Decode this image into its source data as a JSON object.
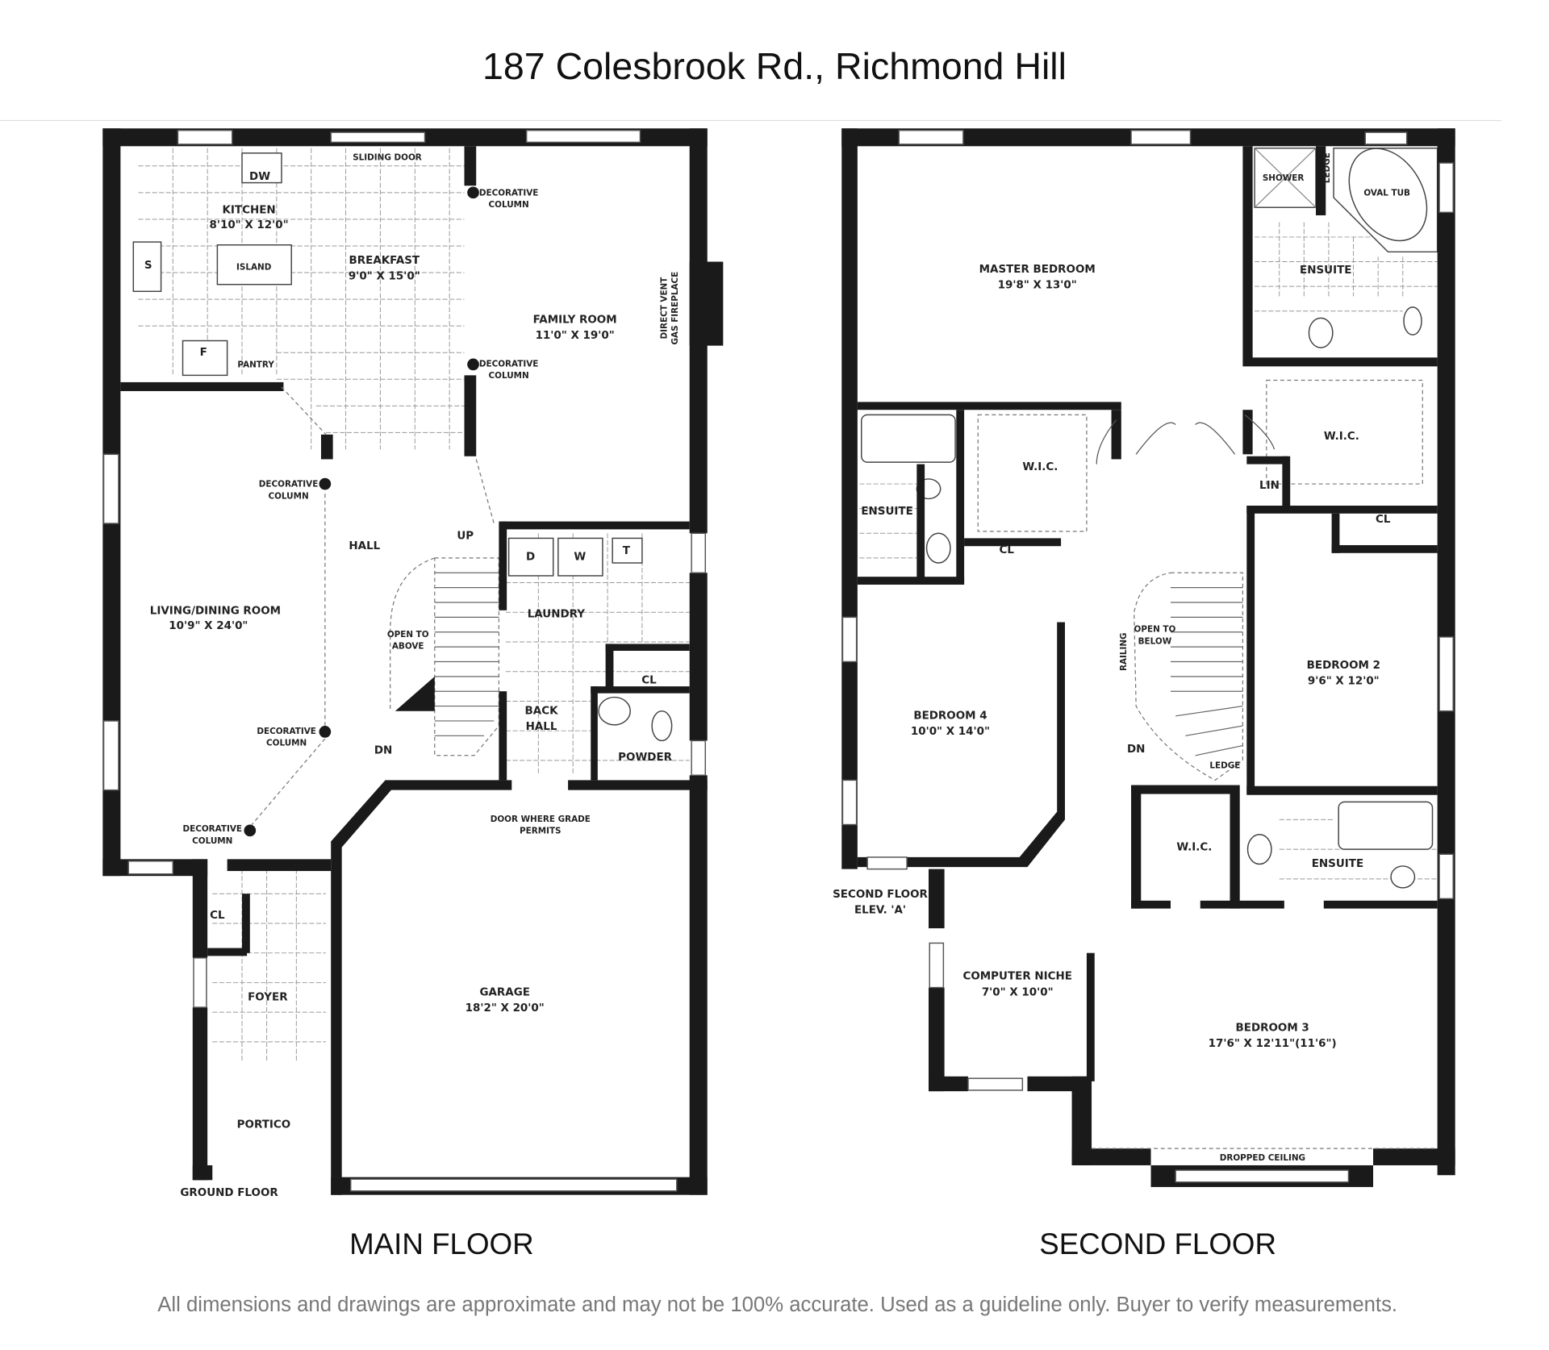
{
  "header": {
    "title": "187 Colesbrook Rd., Richmond Hill"
  },
  "main_floor": {
    "caption": "MAIN FLOOR",
    "labels": {
      "sliding_door": "SLIDING DOOR",
      "dw": "DW",
      "kitchen": "KITCHEN",
      "kitchen_dim": "8'10\" X 12'0\"",
      "sink": "S",
      "island": "ISLAND",
      "breakfast": "BREAKFAST",
      "breakfast_dim": "9'0\" X 15'0\"",
      "fridge": "F",
      "pantry": "PANTRY",
      "family_room": "FAMILY ROOM",
      "family_room_dim": "11'0\" X 19'0\"",
      "fireplace_1": "DIRECT VENT",
      "fireplace_2": "GAS FIREPLACE",
      "dec_column_1": "DECORATIVE",
      "dec_column_2": "COLUMN",
      "hall": "HALL",
      "up": "UP",
      "dn": "DN",
      "open_to_above_1": "OPEN TO",
      "open_to_above_2": "ABOVE",
      "living_dining": "LIVING/DINING ROOM",
      "living_dining_dim": "10'9\" X 24'0\"",
      "dryer": "D",
      "washer": "W",
      "tub": "T",
      "laundry": "LAUNDRY",
      "cl": "CL",
      "back_hall_1": "BACK",
      "back_hall_2": "HALL",
      "powder": "POWDER",
      "door_grade_1": "DOOR WHERE GRADE",
      "door_grade_2": "PERMITS",
      "foyer": "FOYER",
      "portico": "PORTICO",
      "ground_floor": "GROUND FLOOR",
      "garage": "GARAGE",
      "garage_dim": "18'2\" X 20'0\""
    }
  },
  "second_floor": {
    "caption": "SECOND FLOOR",
    "labels": {
      "master": "MASTER BEDROOM",
      "master_dim": "19'8\" X 13'0\"",
      "shower": "SHOWER",
      "ledge": "LEDGE",
      "oval_tub": "OVAL TUB",
      "ensuite": "ENSUITE",
      "wic": "W.I.C.",
      "lin": "LIN",
      "cl": "CL",
      "railing": "RAILING",
      "open_to_below_1": "OPEN TO",
      "open_to_below_2": "BELOW",
      "dn": "DN",
      "bedroom4": "BEDROOM 4",
      "bedroom4_dim": "10'0\" X 14'0\"",
      "bedroom2": "BEDROOM 2",
      "bedroom2_dim": "9'6\" X 12'0\"",
      "elev_1": "SECOND FLOOR",
      "elev_2": "ELEV. 'A'",
      "computer_niche": "COMPUTER NICHE",
      "computer_niche_dim": "7'0\" X 10'0\"",
      "bedroom3": "BEDROOM 3",
      "bedroom3_dim": "17'6\" X 12'11\"(11'6\")",
      "dropped_ceiling": "DROPPED CEILING"
    }
  },
  "footer": {
    "disclaimer": "All dimensions and drawings are approximate and may not be 100% accurate. Used as a guideline only. Buyer to verify measurements."
  }
}
